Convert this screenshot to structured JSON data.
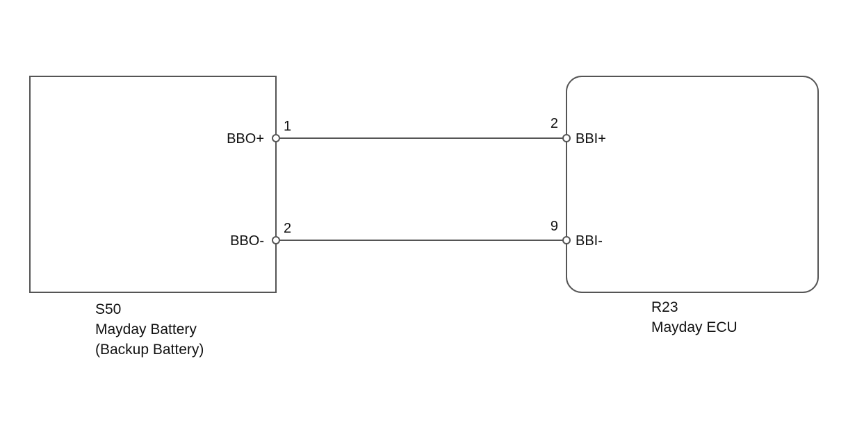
{
  "components": {
    "left": {
      "code": "S50",
      "name": "Mayday Battery",
      "subname": "(Backup Battery)",
      "pins": [
        {
          "number": "1",
          "label": "BBO+"
        },
        {
          "number": "2",
          "label": "BBO-"
        }
      ]
    },
    "right": {
      "code": "R23",
      "name": "Mayday ECU",
      "pins": [
        {
          "number": "2",
          "label": "BBI+"
        },
        {
          "number": "9",
          "label": "BBI-"
        }
      ]
    }
  },
  "connections": [
    {
      "from": "S50 pin 1 (BBO+)",
      "to": "R23 pin 2 (BBI+)"
    },
    {
      "from": "S50 pin 2 (BBO-)",
      "to": "R23 pin 9 (BBI-)"
    }
  ],
  "colors": {
    "stroke": "#555555",
    "text": "#111111",
    "background": "#ffffff"
  }
}
